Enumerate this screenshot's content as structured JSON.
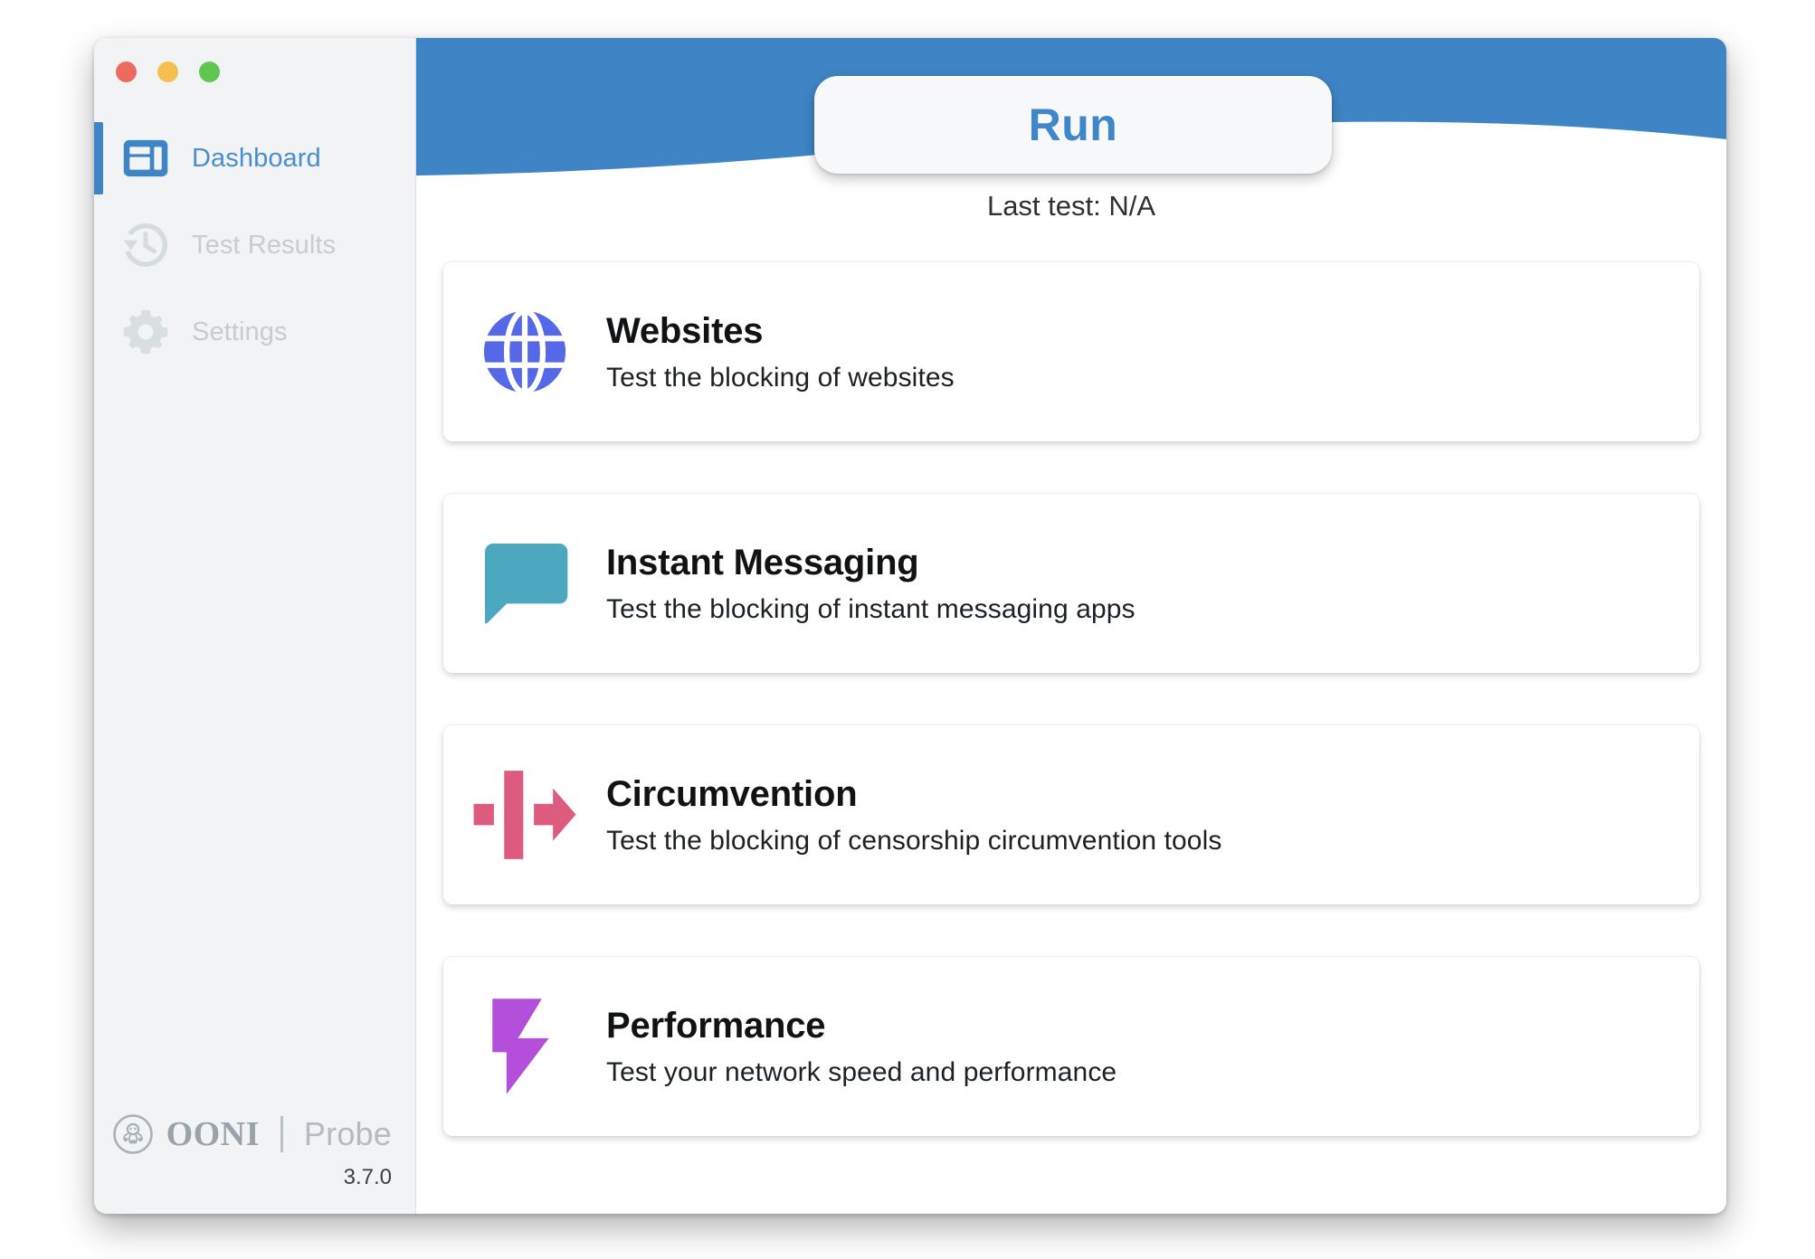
{
  "window": {
    "traffic_lights": [
      {
        "name": "close",
        "color": "#ec6a5f"
      },
      {
        "name": "minimize",
        "color": "#f3bf4f"
      },
      {
        "name": "maximize",
        "color": "#61c554"
      }
    ]
  },
  "sidebar": {
    "items": [
      {
        "label": "Dashboard",
        "icon": "dashboard-icon",
        "active": true,
        "color": "#4a8fcc"
      },
      {
        "label": "Test Results",
        "icon": "history-icon",
        "active": false,
        "color": "#c6ccd0"
      },
      {
        "label": "Settings",
        "icon": "gear-icon",
        "active": false,
        "color": "#c6ccd0"
      }
    ],
    "brand": {
      "mark": "ooni-octopus-icon",
      "name": "OONI",
      "separator": "|",
      "product": "Probe"
    },
    "version": "3.7.0"
  },
  "header": {
    "background_color": "#3f84c4",
    "run_label": "Run",
    "last_test_label": "Last test:",
    "last_test_value": "N/A",
    "last_test_full": "Last test:  N/A"
  },
  "main": {
    "cards": [
      {
        "title": "Websites",
        "description": "Test the blocking of websites",
        "icon": "globe-icon",
        "color": "#5468e8"
      },
      {
        "title": "Instant Messaging",
        "description": "Test the blocking of instant messaging apps",
        "icon": "chat-bubble-icon",
        "color": "#4ca8bf"
      },
      {
        "title": "Circumvention",
        "description": "Test the blocking of censorship circumvention tools",
        "icon": "circumvention-arrow-icon",
        "color": "#dd5b7e"
      },
      {
        "title": "Performance",
        "description": "Test your network speed and performance",
        "icon": "lightning-bolt-icon",
        "color": "#b44fdb"
      }
    ]
  }
}
